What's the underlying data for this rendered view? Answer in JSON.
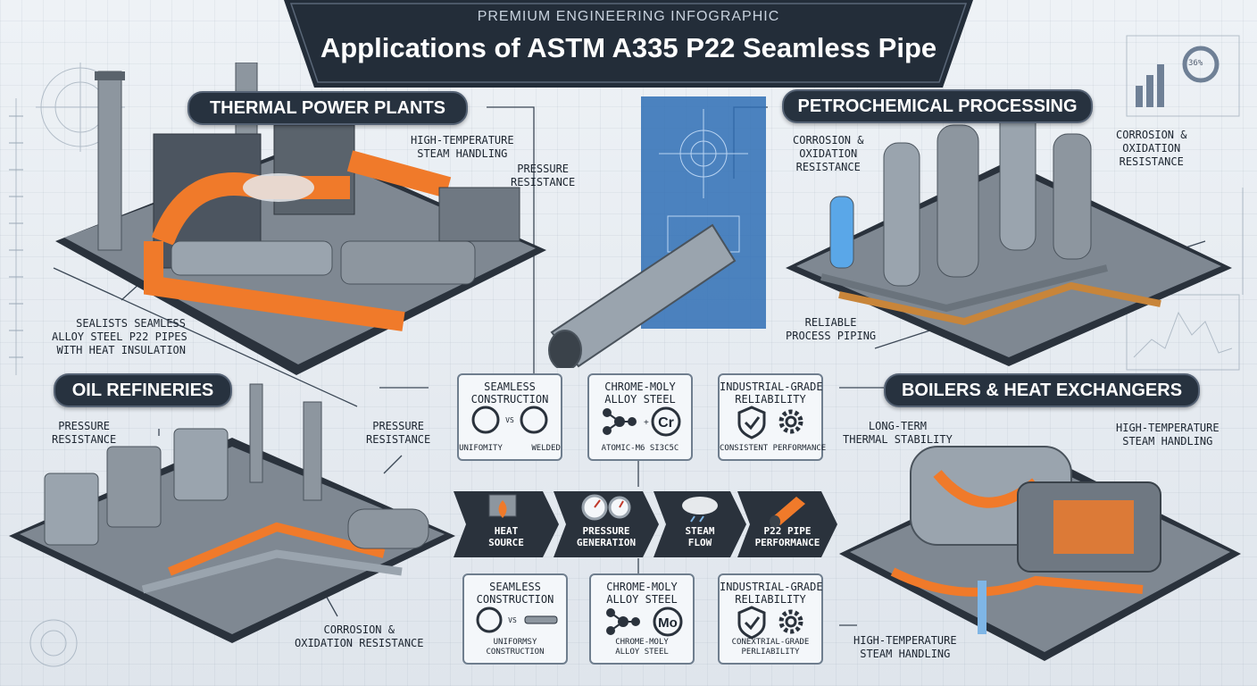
{
  "header": {
    "kicker": "PREMIUM ENGINEERING INFOGRAPHIC",
    "title": "Applications of ASTM A335 P22 Seamless Pipe"
  },
  "sections": {
    "thermal": {
      "title": "THERMAL POWER PLANTS",
      "callout_steam": "HIGH-TEMPERATURE\nSTEAM HANDLING",
      "callout_pressure": "PRESSURE\nRESISTANCE",
      "callout_pipes": "SEALISTS SEAMLESS\nALLOY STEEL P22 PIPES\nWITH HEAT INSULATION"
    },
    "petro": {
      "title": "PETROCHEMICAL PROCESSING",
      "callout_left": "CORROSION &\nOXIDATION\nRESISTANCE",
      "callout_right": "CORROSION &\nOXIDATION\nRESISTANCE",
      "callout_piping": "RELIABLE\nPROCESS PIPING"
    },
    "oil": {
      "title": "OIL REFINERIES",
      "callout_left": "PRESSURE\nRESISTANCE",
      "callout_right": "PRESSURE\nRESISTANCE",
      "callout_corrosion": "CORROSION &\nOXIDATION RESISTANCE"
    },
    "boilers": {
      "title": "BOILERS & HEAT EXCHANGERS",
      "callout_stability": "LONG-TERM\nTHERMAL STABILITY",
      "callout_steam_right": "HIGH-TEMPERATURE\nSTEAM HANDLING",
      "callout_steam_bottom": "HIGH-TEMPERATURE\nSTEAM HANDLING"
    }
  },
  "features_top": [
    {
      "title": "SEAMLESS\nCONSTRUCTION",
      "sub": "UNIFOMITY      WELDED",
      "vs": "VS"
    },
    {
      "title": "CHROME-MOLY\nALLOY STEEL",
      "sub": "ATOMIC-M6 SI3C5C",
      "symbol": "Cr"
    },
    {
      "title": "INDUSTRIAL-GRADE\nRELIABILITY",
      "sub": "CONSISTENT PERFORMANCE"
    }
  ],
  "features_bottom": [
    {
      "title": "SEAMLESS\nCONSTRUCTION",
      "sub": "UNIFORMSY\nCONSTRUCTION",
      "vs": "VS"
    },
    {
      "title": "CHROME-MOLY\nALLOY STEEL",
      "sub": "CHROME-MOLY\nALLOY STEEL",
      "symbol": "Mo"
    },
    {
      "title": "INDUSTRIAL-GRADE\nRELIABILITY",
      "sub": "CONEXTRIAL-GRADE\nPERLIABILITY"
    }
  ],
  "process": [
    {
      "label": "HEAT\nSOURCE"
    },
    {
      "label": "PRESSURE\nGENERATION"
    },
    {
      "label": "STEAM\nFLOW"
    },
    {
      "label": "P22 PIPE\nPERFORMANCE"
    }
  ],
  "decor": {
    "gauge_percent": "36%",
    "colors": {
      "banner": "#232d39",
      "pill": "#27323f",
      "hot_pipe": "#f07a2a",
      "steel": "#9aa4ae",
      "blueprint": "#2f6fb5"
    }
  }
}
